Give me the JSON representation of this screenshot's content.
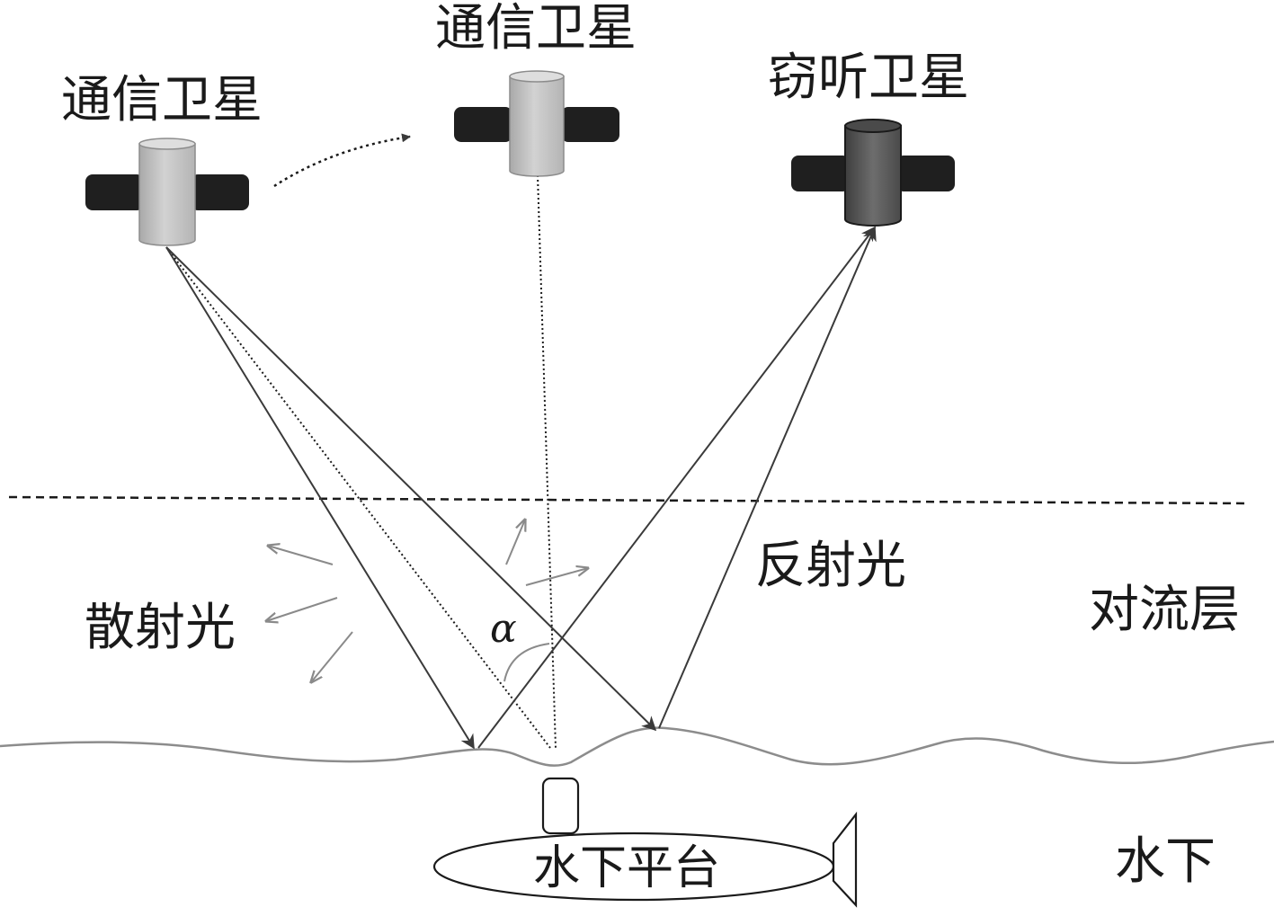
{
  "labels": {
    "comm_satellite_left": "通信卫星",
    "comm_satellite_top": "通信卫星",
    "eavesdrop_satellite": "窃听卫星",
    "scattered_light": "散射光",
    "reflected_light": "反射光",
    "troposphere": "对流层",
    "angle_symbol": "α",
    "underwater": "水下",
    "underwater_platform": "水下平台"
  },
  "colors": {
    "comm_satellite_body": "#c4c4c4",
    "eavesdrop_satellite_body": "#555555",
    "solar_panel": "#1f1f1f",
    "ray": "#3a3a3a",
    "scatter_arrow": "#8a8a8a",
    "sea_surface": "#8c8c8c"
  },
  "icons": [
    "satellite-icon",
    "submarine-icon"
  ]
}
